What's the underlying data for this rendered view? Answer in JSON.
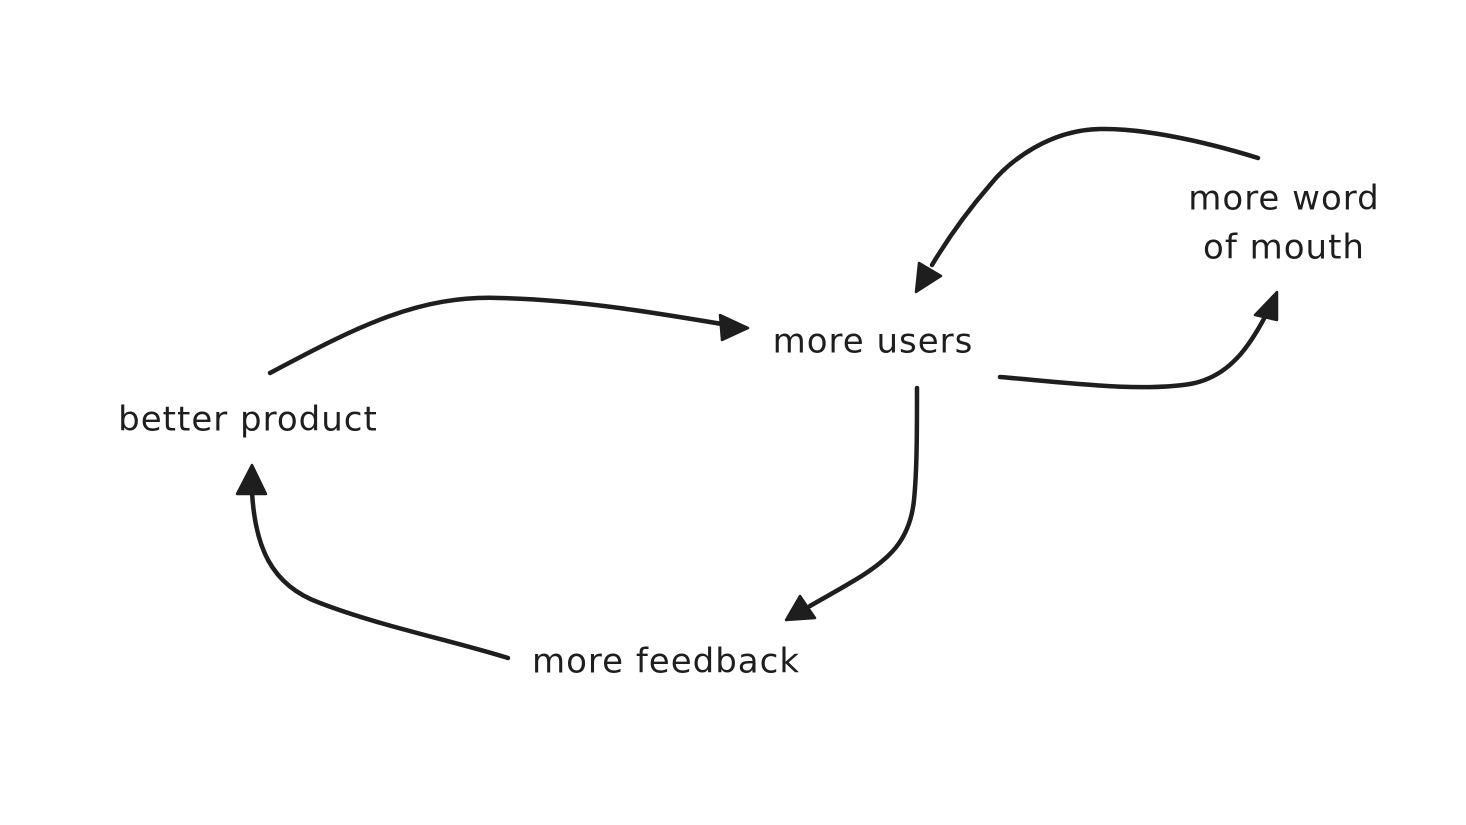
{
  "diagram": {
    "nodes": [
      {
        "id": "better-product",
        "lines": [
          "better product"
        ]
      },
      {
        "id": "more-users",
        "lines": [
          "more users"
        ]
      },
      {
        "id": "more-word-of-mouth",
        "lines": [
          "more word",
          "of mouth"
        ]
      },
      {
        "id": "more-feedback",
        "lines": [
          "more feedback"
        ]
      }
    ],
    "edges": [
      {
        "from": "better-product",
        "to": "more-users"
      },
      {
        "from": "more-users",
        "to": "more-word-of-mouth"
      },
      {
        "from": "more-word-of-mouth",
        "to": "more-users"
      },
      {
        "from": "more-users",
        "to": "more-feedback"
      },
      {
        "from": "more-feedback",
        "to": "better-product"
      }
    ],
    "stroke_color": "#1e1e1e",
    "background_color": "#ffffff"
  }
}
